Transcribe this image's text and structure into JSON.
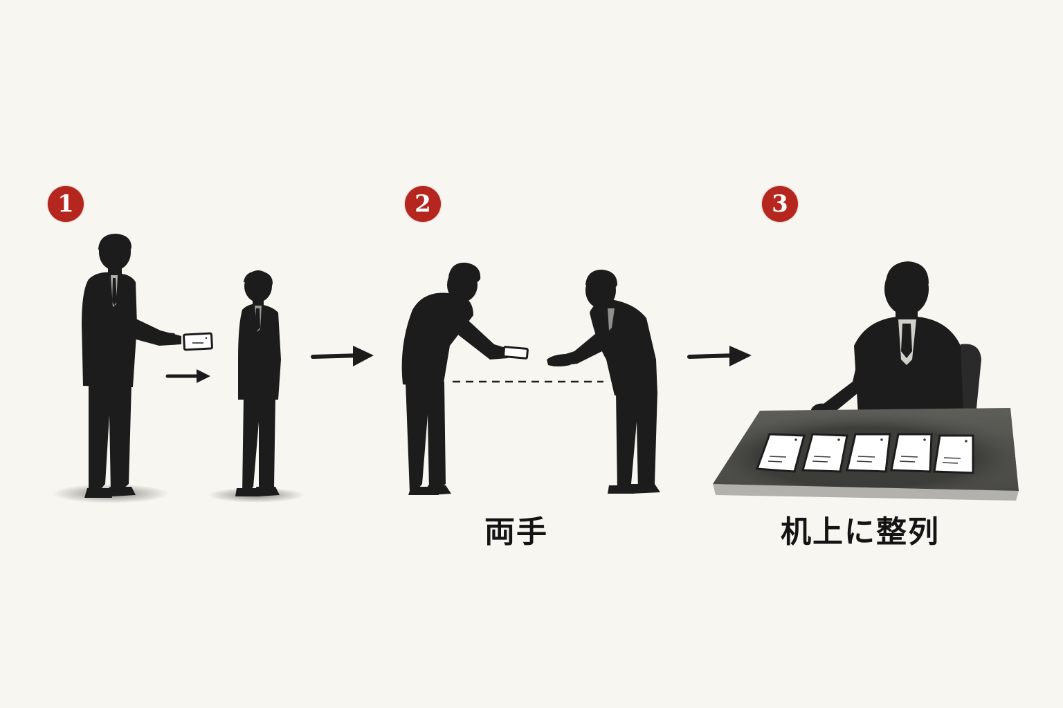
{
  "steps": [
    {
      "number": "1",
      "caption": ""
    },
    {
      "number": "2",
      "caption": "両手"
    },
    {
      "number": "3",
      "caption": "机上に整列"
    }
  ],
  "colors": {
    "background": "#f8f6f0",
    "badge": "#b5261e",
    "silhouette": "#1c1c1c",
    "text": "#141414"
  },
  "icons": [
    "arrow-right-icon",
    "business-card-icon",
    "person-silhouette-icon",
    "desk-icon"
  ]
}
